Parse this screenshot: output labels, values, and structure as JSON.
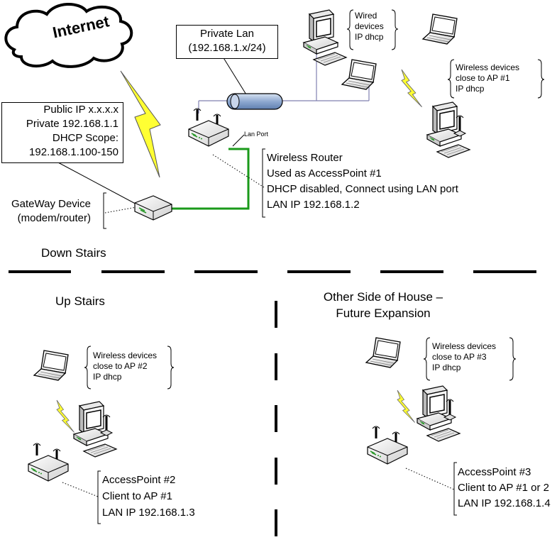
{
  "internet": {
    "label": "Internet"
  },
  "private_lan": {
    "line1": "Private Lan",
    "line2": "(192.168.1.x/24)"
  },
  "gateway_info": {
    "line1": "Public IP x.x.x.x",
    "line2": "Private 192.168.1.1",
    "line3": "DHCP Scope:",
    "line4": "192.168.1.100-150"
  },
  "gateway_device": {
    "line1": "GateWay Device",
    "line2": "(modem/router)"
  },
  "lan_port": {
    "label": "Lan Port"
  },
  "wired_devices": {
    "line1": "Wired",
    "line2": "devices",
    "line3": "IP dhcp"
  },
  "wireless_ap1": {
    "line1": "Wireless devices",
    "line2": "close to AP #1",
    "line3": "IP dhcp"
  },
  "router_ap1": {
    "line1": "Wireless Router",
    "line2": "Used as AccessPoint #1",
    "line3": "DHCP disabled, Connect using LAN port",
    "line4": "LAN IP 192.168.1.2"
  },
  "sections": {
    "down": "Down Stairs",
    "up": "Up Stairs",
    "other_line1": "Other Side of House –",
    "other_line2": "Future Expansion"
  },
  "wireless_ap2": {
    "line1": "Wireless devices",
    "line2": "close to AP #2",
    "line3": "IP dhcp"
  },
  "ap2": {
    "line1": "AccessPoint #2",
    "line2": "Client to AP #1",
    "line3": "LAN IP 192.168.1.3"
  },
  "wireless_ap3": {
    "line1": "Wireless devices",
    "line2": "close to AP #3",
    "line3": "IP dhcp"
  },
  "ap3": {
    "line1": "AccessPoint #3",
    "line2": "Client to AP #1 or 2",
    "line3": "LAN IP 192.168.1.4"
  },
  "colors": {
    "lan_cable": "#1a9a1a",
    "lightning": "#ffff33",
    "tube": "#9fb7d8"
  }
}
